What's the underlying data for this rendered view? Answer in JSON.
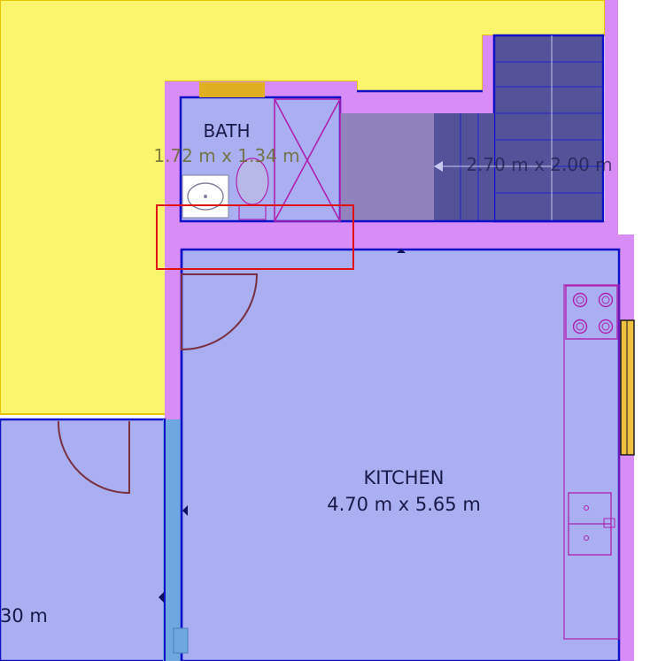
{
  "rooms": {
    "bath": {
      "name": "BATH",
      "dims": "1.72 m x 1.34 m"
    },
    "stairs": {
      "dims": "2.70 m x 2.00 m"
    },
    "kitchen": {
      "name": "KITCHEN",
      "dims": "4.70 m x 5.65 m"
    },
    "left_room": {
      "dims_fragment": "30 m"
    }
  },
  "colors": {
    "yellow_room": "#fbf56e",
    "floor": "#a9aff0",
    "wall_fill": "#d88cf5",
    "wall_line": "#1010c8",
    "fixture_line": "#b020b0",
    "door_swing": "#7a3040",
    "selection": "#e01010",
    "stair_fill": "#54539a",
    "window_blue": "#6fa8e0"
  },
  "icons": {
    "selection": "selection-rectangle",
    "sink": "sink-icon",
    "toilet": "toilet-icon",
    "shower": "shower-icon",
    "stove": "stove-icon"
  }
}
